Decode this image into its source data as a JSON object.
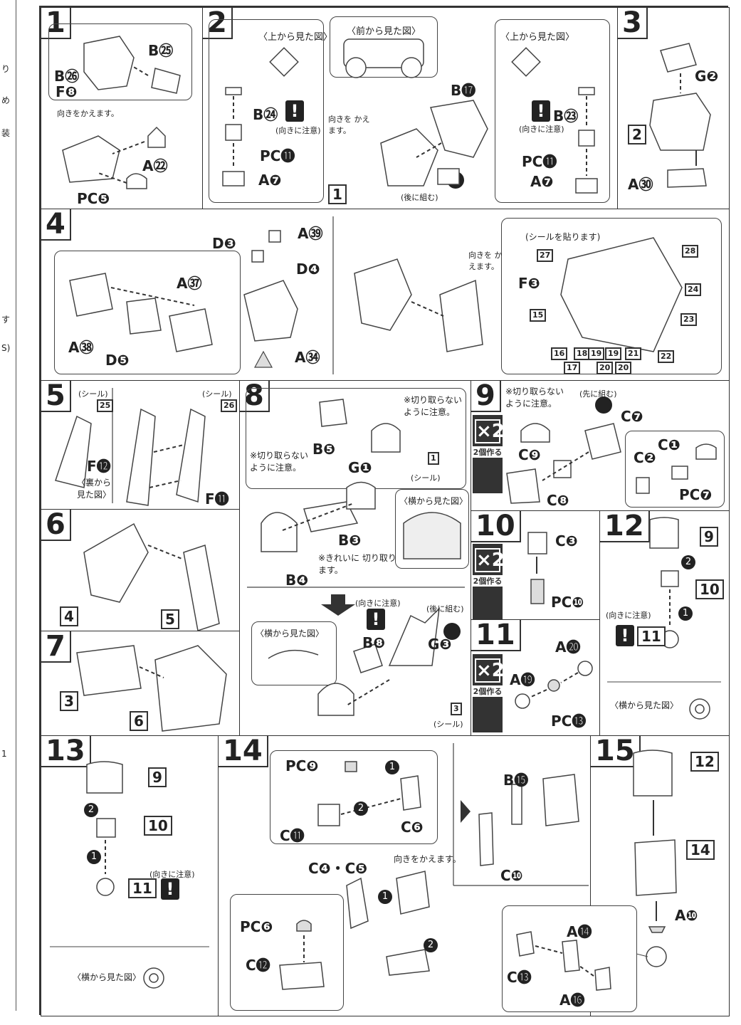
{
  "margin": {
    "items": [
      "り",
      "め",
      "装",
      "す",
      "S)",
      "1"
    ]
  },
  "steps": {
    "s1": {
      "num": "1",
      "labels": [
        "B㉖",
        "F❽",
        "B㉕",
        "A㉒",
        "PC❺"
      ],
      "note": "向きをかえます。"
    },
    "s2": {
      "num": "2",
      "views": [
        "〈上から見た図〉",
        "〈前から見た図〉",
        "〈上から見た図〉"
      ],
      "labels": [
        "B㉔",
        "PC⓫",
        "A❼",
        "B⓱",
        "B㉓",
        "PC⓫",
        "A❼"
      ],
      "caution": "(向きに注意)",
      "note": "向きを かえます。",
      "later": "(後に組む)",
      "ref": "1"
    },
    "s3": {
      "num": "3",
      "labels": [
        "G❷",
        "A㉚"
      ],
      "ref": "2"
    },
    "s4": {
      "num": "4",
      "labels": [
        "D❸",
        "A㊴",
        "A㊲",
        "D❹",
        "A㊳",
        "D❺",
        "A㉞",
        "F❸"
      ],
      "sticker_note": "(シールを貼ります)",
      "note": "向きを かえます。",
      "stickers": [
        "27",
        "28",
        "24",
        "23",
        "15",
        "22",
        "16",
        "18",
        "19",
        "19",
        "21",
        "17",
        "20",
        "20"
      ]
    },
    "s5": {
      "num": "5",
      "sticker": "(シール)",
      "sticker_a": "25",
      "sticker_b": "26",
      "labels": [
        "F⓬",
        "F⓫"
      ],
      "view": "〈裏から 見た図〉"
    },
    "s6": {
      "num": "6",
      "refs": [
        "4",
        "5"
      ]
    },
    "s7": {
      "num": "7",
      "refs": [
        "3",
        "6"
      ]
    },
    "s8": {
      "num": "8",
      "notes": [
        "※切り取らない ように注意。",
        "※切り取らない ように注意。",
        "※きれいに 切り取ります。"
      ],
      "labels": [
        "B❺",
        "G❶",
        "B❸",
        "B❹",
        "B❽",
        "G❸"
      ],
      "sticker": "(シール)",
      "sticker_a": "1",
      "sticker_b": "3",
      "view_side": "〈横から見た図〉",
      "caution": "(向きに注意)",
      "later": "(後に組む)"
    },
    "s9": {
      "num": "9",
      "mult": "×2",
      "mult_note": "2個作る",
      "note": "※切り取らない ように注意。",
      "first": "(先に組む)",
      "labels": [
        "C❼",
        "C❾",
        "C❷",
        "C❶",
        "C❽",
        "PC❼"
      ]
    },
    "s10": {
      "num": "10",
      "mult": "×2",
      "mult_note": "2個作る",
      "labels": [
        "C❸",
        "PC❿"
      ]
    },
    "s11": {
      "num": "11",
      "mult": "×2",
      "mult_note": "2個作る",
      "labels": [
        "A⓴",
        "A⓳",
        "PC⓭"
      ]
    },
    "s12": {
      "num": "12",
      "refs": [
        "9",
        "10",
        "11"
      ],
      "caution": "(向きに注意)",
      "view": "〈横から見た図〉"
    },
    "s13": {
      "num": "13",
      "refs": [
        "9",
        "10",
        "11"
      ],
      "caution": "(向きに注意)",
      "view": "〈横から見た図〉"
    },
    "s14": {
      "num": "14",
      "labels": [
        "PC❾",
        "C⓫",
        "C❻",
        "C❹・C❺",
        "PC❻",
        "C⓬",
        "B⓯",
        "C❿"
      ],
      "note": "向きをかえます。"
    },
    "s15": {
      "num": "15",
      "refs": [
        "12",
        "14"
      ],
      "labels": [
        "A❿",
        "A⓮",
        "C⓭",
        "A⓰"
      ]
    }
  }
}
